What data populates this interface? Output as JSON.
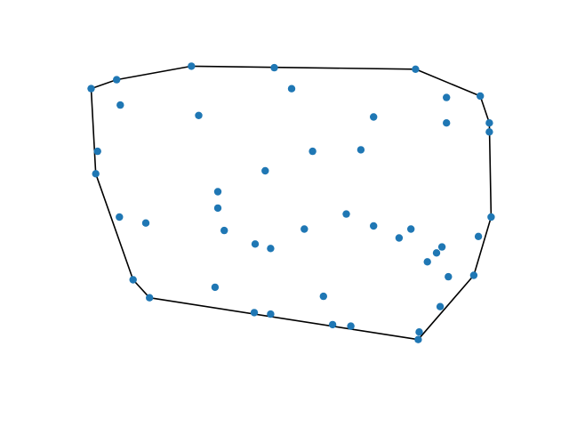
{
  "chart_data": {
    "type": "scatter",
    "title": "",
    "xlabel": "",
    "ylabel": "",
    "axes_visible": false,
    "grid": false,
    "legend": "none",
    "xlim": [
      -0.05,
      1.05
    ],
    "ylim": [
      -0.05,
      1.05
    ],
    "colors": {
      "points": "#1f77b4",
      "hull": "#000000"
    },
    "points": [
      {
        "x": 0.0,
        "y": 0.925
      },
      {
        "x": 0.0636,
        "y": 0.9547
      },
      {
        "x": 0.25,
        "y": 1.0
      },
      {
        "x": 0.4568,
        "y": 0.995
      },
      {
        "x": 0.8091,
        "y": 0.9899
      },
      {
        "x": 0.9705,
        "y": 0.9001
      },
      {
        "x": 0.8864,
        "y": 0.8952
      },
      {
        "x": 0.0727,
        "y": 0.8699
      },
      {
        "x": 0.2682,
        "y": 0.835
      },
      {
        "x": 0.5,
        "y": 0.9248
      },
      {
        "x": 0.7045,
        "y": 0.8302
      },
      {
        "x": 0.8864,
        "y": 0.8102
      },
      {
        "x": 0.9932,
        "y": 0.8102
      },
      {
        "x": 0.9932,
        "y": 0.7801
      },
      {
        "x": 0.0159,
        "y": 0.7153
      },
      {
        "x": 0.5523,
        "y": 0.7153
      },
      {
        "x": 0.6727,
        "y": 0.7201
      },
      {
        "x": 0.0114,
        "y": 0.6401
      },
      {
        "x": 0.4341,
        "y": 0.6501
      },
      {
        "x": 0.3159,
        "y": 0.5801
      },
      {
        "x": 0.3159,
        "y": 0.5252
      },
      {
        "x": 0.6364,
        "y": 0.5053
      },
      {
        "x": 0.0705,
        "y": 0.4951
      },
      {
        "x": 0.1364,
        "y": 0.4754
      },
      {
        "x": 0.9977,
        "y": 0.4951
      },
      {
        "x": 0.3318,
        "y": 0.4503
      },
      {
        "x": 0.5318,
        "y": 0.4552
      },
      {
        "x": 0.7045,
        "y": 0.4654
      },
      {
        "x": 0.7977,
        "y": 0.4552
      },
      {
        "x": 0.7682,
        "y": 0.4252
      },
      {
        "x": 0.9659,
        "y": 0.4303
      },
      {
        "x": 0.4091,
        "y": 0.4051
      },
      {
        "x": 0.4477,
        "y": 0.3903
      },
      {
        "x": 0.875,
        "y": 0.3952
      },
      {
        "x": 0.8614,
        "y": 0.3753
      },
      {
        "x": 0.8386,
        "y": 0.3454
      },
      {
        "x": 0.1045,
        "y": 0.2854
      },
      {
        "x": 0.3091,
        "y": 0.2603
      },
      {
        "x": 0.8909,
        "y": 0.2954
      },
      {
        "x": 0.9545,
        "y": 0.3002
      },
      {
        "x": 0.1455,
        "y": 0.2253
      },
      {
        "x": 0.5795,
        "y": 0.2302
      },
      {
        "x": 0.8705,
        "y": 0.1955
      },
      {
        "x": 0.4068,
        "y": 0.1755
      },
      {
        "x": 0.4477,
        "y": 0.1704
      },
      {
        "x": 0.6023,
        "y": 0.1355
      },
      {
        "x": 0.6477,
        "y": 0.1304
      },
      {
        "x": 0.8182,
        "y": 0.1106
      },
      {
        "x": 0.8159,
        "y": 0.0854
      }
    ],
    "hull": [
      {
        "x": 0.0,
        "y": 0.925
      },
      {
        "x": 0.0636,
        "y": 0.9547
      },
      {
        "x": 0.25,
        "y": 1.0
      },
      {
        "x": 0.8091,
        "y": 0.9899
      },
      {
        "x": 0.9705,
        "y": 0.9001
      },
      {
        "x": 0.9932,
        "y": 0.8102
      },
      {
        "x": 0.9977,
        "y": 0.4951
      },
      {
        "x": 0.9545,
        "y": 0.3002
      },
      {
        "x": 0.8159,
        "y": 0.0854
      },
      {
        "x": 0.1455,
        "y": 0.2253
      },
      {
        "x": 0.1045,
        "y": 0.2854
      },
      {
        "x": 0.0114,
        "y": 0.6401
      },
      {
        "x": 0.0,
        "y": 0.925
      }
    ]
  }
}
